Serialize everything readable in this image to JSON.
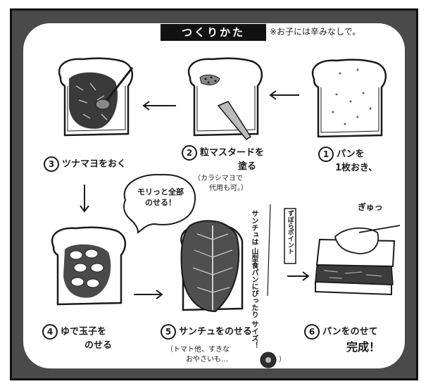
{
  "title": "つくりかた",
  "note": "※お子には辛みなしで。",
  "steps": [
    {
      "num": "1",
      "line1": "パンを",
      "line2": "1枚おき、"
    },
    {
      "num": "2",
      "line1": "粒マスタードを",
      "line2": "塗る",
      "sub1": "（カラシマヨで",
      "sub2": "代用も可。）"
    },
    {
      "num": "3",
      "line1": "ツナマヨをおく"
    },
    {
      "num": "4",
      "line1": "ゆで玉子を",
      "line2": "のせる"
    },
    {
      "num": "5",
      "line1": "サンチュをのせる",
      "sub1": "（トマト他、すきな",
      "sub2": "おやさいも…",
      "sub3": "）"
    },
    {
      "num": "6",
      "line1": "パンをのせて",
      "line2": "完成！"
    }
  ],
  "bubble": {
    "line1": "モリっと全部",
    "line2": "のせる！"
  },
  "tip": {
    "heading": "ずぼらポイント",
    "line1": "サンチュは",
    "line2": "山型食パンにぴったり",
    "line3": "サイズ！"
  },
  "sfx": "ぎゅっ",
  "colors": {
    "frame": "#4a4a4a",
    "ink": "#1a1a1a",
    "panel": "#ffffff"
  }
}
